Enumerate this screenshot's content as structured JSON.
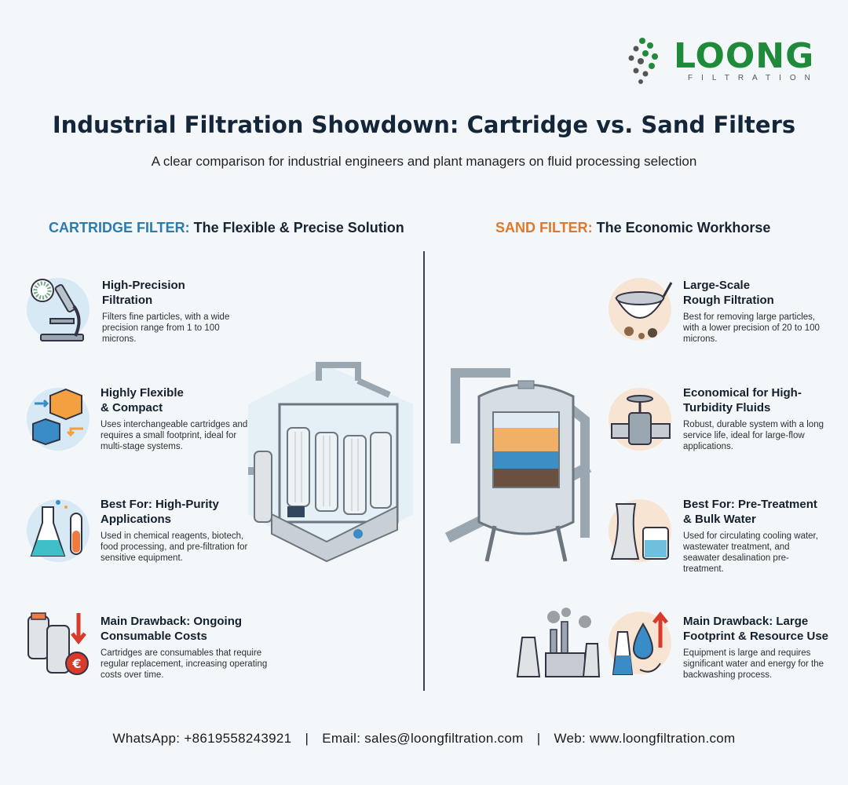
{
  "brand": {
    "name": "LOONG",
    "sub": "FILTRATION"
  },
  "title": "Industrial Filtration Showdown: Cartridge vs. Sand Filters",
  "subtitle": "A clear comparison for industrial engineers and plant managers on fluid processing selection",
  "cartridge": {
    "keyword": "CARTRIDGE FILTER:",
    "heading": "The Flexible & Precise Solution",
    "features": [
      {
        "title": "High-Precision Filtration",
        "text": "Filters fine particles, with a wide precision range from 1 to 100 microns.",
        "icon": "microscope-icon"
      },
      {
        "title": "Highly Flexible & Compact",
        "text": "Uses interchangeable cartridges and requires a small footprint, ideal for multi-stage systems.",
        "icon": "cubes-icon"
      },
      {
        "title": "Best For: High-Purity Applications",
        "text": "Used in chemical reagents, biotech, food processing, and pre-filtration for sensitive equipment.",
        "icon": "lab-flask-icon"
      },
      {
        "title": "Main Drawback: Ongoing Consumable Costs",
        "text": "Cartridges are consumables that require regular replacement, increasing operating costs over time.",
        "icon": "cartridge-cost-icon"
      }
    ]
  },
  "sand": {
    "keyword": "SAND FILTER:",
    "heading": "The Economic Workhorse",
    "features": [
      {
        "title": "Large-Scale Rough Filtration",
        "text": "Best for removing large particles, with a lower precision of 20 to 100 microns.",
        "icon": "sieve-icon"
      },
      {
        "title": "Economical for High-Turbidity Fluids",
        "text": "Robust, durable system with a long service life, ideal for large-flow applications.",
        "icon": "valve-icon"
      },
      {
        "title": "Best For: Pre-Treatment & Bulk Water",
        "text": "Used for circulating cooling water, wastewater treatment, and seawater desalination pre-treatment.",
        "icon": "cooling-tower-icon"
      },
      {
        "title": "Main Drawback: Large Footprint & Resource Use",
        "text": "Equipment is large and requires significant water and energy for the backwashing process.",
        "icon": "resource-use-icon"
      }
    ]
  },
  "contact": {
    "whatsapp": "WhatsApp: +8619558243921",
    "email": "Email: sales@loongfiltration.com",
    "web": "Web: www.loongfiltration.com",
    "separator": "|"
  },
  "colors": {
    "blue": "#2a7bb0",
    "orange": "#e0782c",
    "green": "#1f8a3a"
  }
}
